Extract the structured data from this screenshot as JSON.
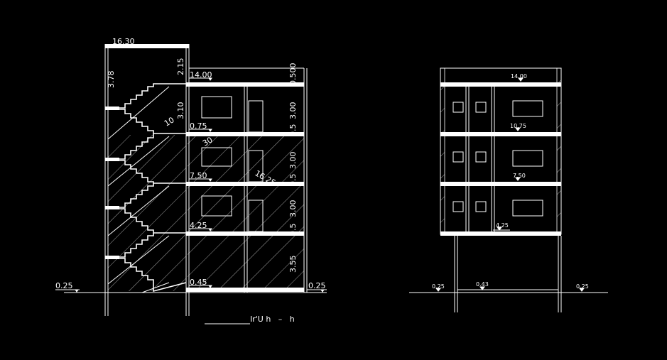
{
  "left_section": {
    "top_width_dim": "16.30",
    "level_labels": [
      "14.00",
      "0.75",
      "7.50",
      "4.25",
      "0.45"
    ],
    "ground_left": "0.25",
    "ground_right": "0.25",
    "height_dims": [
      "0.500",
      "3.00",
      "0.5",
      "3.00",
      "0.5",
      "3.00",
      "0.5",
      "3.55"
    ],
    "stair_dims": [
      "3.10",
      "2.15",
      "3.78"
    ],
    "annotations": [
      "10",
      "30",
      "16 25"
    ],
    "title": "Ir'U h   –   h"
  },
  "right_elevation": {
    "level_labels": [
      "14.00",
      "10.75",
      "7.50",
      "4.25"
    ],
    "ground_left": "0.25",
    "ground_mid": "0.43",
    "ground_right": "0.25"
  },
  "colors": {
    "background": "#000000",
    "lines": "#ffffff",
    "hatch": "#cfcfcf"
  }
}
